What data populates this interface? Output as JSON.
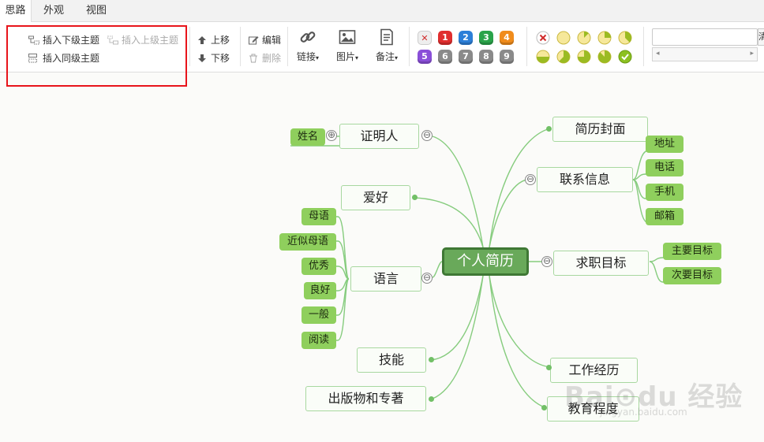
{
  "tabs": [
    {
      "label": "思路",
      "active": true
    },
    {
      "label": "外观",
      "active": false
    },
    {
      "label": "视图",
      "active": false
    }
  ],
  "toolbar": {
    "insert_child": "插入下级主题",
    "insert_parent": "插入上级主题",
    "insert_sibling": "插入同级主题",
    "move_up": "上移",
    "move_down": "下移",
    "edit": "编辑",
    "delete": "删除",
    "link": "链接",
    "image": "图片",
    "note": "备注",
    "caret": "▾",
    "priorities": [
      "✕",
      "1",
      "2",
      "3",
      "4",
      "5",
      "6",
      "7",
      "8",
      "9"
    ],
    "search_value": "",
    "side_label": "清"
  },
  "colors": {
    "prio_x": "#e8e8e8",
    "prio_1": "#e02e2e",
    "prio_2": "#2c7fd8",
    "prio_3": "#2aa34a",
    "prio_4": "#f08c1c",
    "prio_5": "#8a4fd8",
    "prio_gray": "#8a8a8a",
    "progress_fill": "#b6d63c",
    "progress_empty": "#f6e89a",
    "node_border": "#a8d8a0",
    "leaf_fill": "#8fcf5d",
    "root_fill": "#69a95a"
  },
  "mindmap": {
    "root": "个人简历",
    "right": [
      {
        "label": "简历封面"
      },
      {
        "label": "联系信息",
        "children": [
          "地址",
          "电话",
          "手机",
          "邮箱"
        ]
      },
      {
        "label": "求职目标",
        "children": [
          "主要目标",
          "次要目标"
        ]
      },
      {
        "label": "工作经历"
      },
      {
        "label": "教育程度"
      }
    ],
    "left": [
      {
        "label": "证明人",
        "children": [
          "姓名"
        ]
      },
      {
        "label": "爱好"
      },
      {
        "label": "语言",
        "children": [
          "母语",
          "近似母语",
          "优秀",
          "良好",
          "一般",
          "阅读"
        ]
      },
      {
        "label": "技能"
      },
      {
        "label": "出版物和专著"
      }
    ],
    "collapse_symbol": "⊖",
    "expand_symbol": "⊕"
  },
  "watermark": {
    "brand": "Bai⊙du 经验",
    "url": "jingyan.baidu.com"
  }
}
